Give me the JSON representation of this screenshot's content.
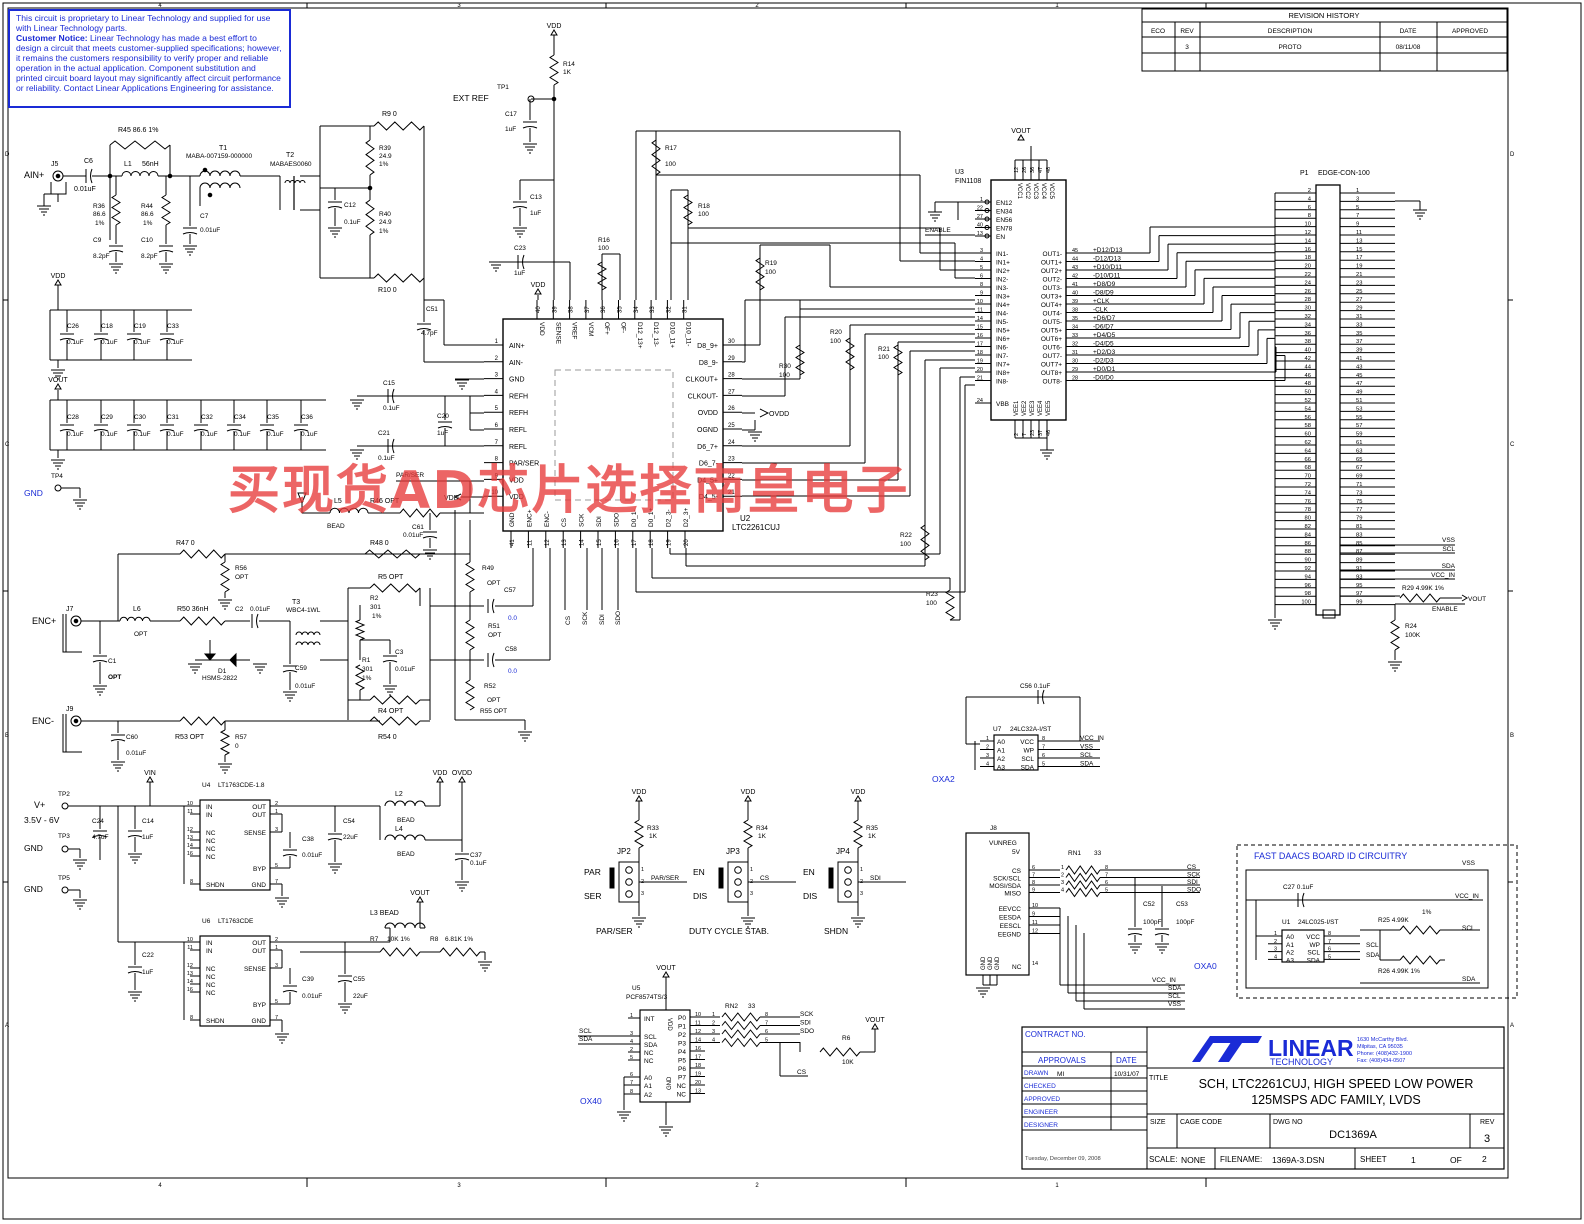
{
  "border": {
    "top_cols": [
      "4",
      "3",
      "2",
      "1"
    ],
    "rows": [
      "D",
      "C",
      "B",
      "A"
    ]
  },
  "notice": {
    "line1": "This circuit is proprietary to Linear Technology and supplied for use with Linear Technology parts.",
    "label": "Customer Notice:",
    "line2": " Linear Technology has made a best effort to design a circuit that meets customer-supplied specifications; however, it remains the customers responsibility to verify proper and reliable operation in the actual application. Component substitution and printed circuit board layout may significantly affect circuit performance or reliability. Contact Linear Applications Engineering for assistance."
  },
  "revision": {
    "title": "REVISION HISTORY",
    "headers": [
      "ECO",
      "REV",
      "DESCRIPTION",
      "DATE",
      "APPROVED"
    ],
    "row": [
      "",
      "3",
      "PROTO",
      "08/11/08",
      ""
    ]
  },
  "watermark": "买现货AD芯片选择南皇电子",
  "nets": {
    "vdd": "VDD",
    "vout": "VOUT",
    "vin": "VIN",
    "ovdd": "OVDD",
    "ext_ref": "EXT REF",
    "gnd": "GND",
    "enable": "ENABLE",
    "vcc_in": "VCC_IN",
    "vss": "VSS",
    "scl": "SCL",
    "sda": "SDA",
    "cs": "CS",
    "sck": "SCK",
    "sdi": "SDI",
    "sdo": "SDO"
  },
  "connectors": {
    "ain": "AIN+",
    "encp": "ENC+",
    "encm": "ENC-",
    "vplus": "V+",
    "vrange": "3.5V - 6V",
    "gnd1": "GND",
    "gnd2": "GND",
    "gnd_tp4": "GND"
  },
  "u2": {
    "ref": "U2",
    "part": "LTC2261CUJ",
    "left_pins": [
      {
        "num": "1",
        "name": "AIN+"
      },
      {
        "num": "2",
        "name": "AIN-"
      },
      {
        "num": "3",
        "name": "GND"
      },
      {
        "num": "4",
        "name": "REFH"
      },
      {
        "num": "5",
        "name": "REFH"
      },
      {
        "num": "6",
        "name": "REFL"
      },
      {
        "num": "7",
        "name": "REFL"
      },
      {
        "num": "8",
        "name": "PAR/SER"
      },
      {
        "num": "9",
        "name": "VDD"
      },
      {
        "num": "10",
        "name": "VDD"
      }
    ],
    "right_pins": [
      {
        "num": "30",
        "name": "D8_9+"
      },
      {
        "num": "29",
        "name": "D8_9-"
      },
      {
        "num": "28",
        "name": "CLKOUT+"
      },
      {
        "num": "27",
        "name": "CLKOUT-"
      },
      {
        "num": "26",
        "name": "OVDD"
      },
      {
        "num": "25",
        "name": "OGND"
      },
      {
        "num": "24",
        "name": "D6_7+"
      },
      {
        "num": "23",
        "name": "D6_7-"
      },
      {
        "num": "22",
        "name": "D4_5+"
      },
      {
        "num": "21",
        "name": "D4_5-"
      }
    ],
    "top_pins": [
      {
        "num": "40",
        "name": "VDD"
      },
      {
        "num": "39",
        "name": "SENSE"
      },
      {
        "num": "38",
        "name": "VREF"
      },
      {
        "num": "37",
        "name": "VCM"
      },
      {
        "num": "36",
        "name": "OF+"
      },
      {
        "num": "35",
        "name": "OF-"
      },
      {
        "num": "34",
        "name": "D12_13+"
      },
      {
        "num": "33",
        "name": "D12_13-"
      },
      {
        "num": "32",
        "name": "D10_11+"
      },
      {
        "num": "31",
        "name": "D10_11-"
      }
    ],
    "bottom_pins": [
      {
        "num": "41",
        "name": "GND"
      },
      {
        "num": "11",
        "name": "ENC+"
      },
      {
        "num": "12",
        "name": "ENC-"
      },
      {
        "num": "13",
        "name": "CS"
      },
      {
        "num": "14",
        "name": "SCK"
      },
      {
        "num": "15",
        "name": "SDI"
      },
      {
        "num": "16",
        "name": "SDO"
      },
      {
        "num": "17",
        "name": "D0_1-"
      },
      {
        "num": "18",
        "name": "D0_1+"
      },
      {
        "num": "19",
        "name": "D2_3-"
      },
      {
        "num": "20",
        "name": "D2_3+"
      }
    ]
  },
  "u3": {
    "ref": "U3",
    "part": "FIN1108",
    "en_pins": [
      {
        "num": "1",
        "name": "EN12"
      },
      {
        "num": "22",
        "name": "EN34"
      },
      {
        "num": "27",
        "name": "EN56"
      },
      {
        "num": "40",
        "name": "EN78"
      },
      {
        "num": "13",
        "name": "EN"
      }
    ],
    "in_pins": [
      {
        "num": "3",
        "name": "IN1-"
      },
      {
        "num": "4",
        "name": "IN1+"
      },
      {
        "num": "5",
        "name": "IN2+"
      },
      {
        "num": "6",
        "name": "IN2-"
      },
      {
        "num": "8",
        "name": "IN3-"
      },
      {
        "num": "9",
        "name": "IN3+"
      },
      {
        "num": "10",
        "name": "IN4+"
      },
      {
        "num": "11",
        "name": "IN4-"
      },
      {
        "num": "14",
        "name": "IN5-"
      },
      {
        "num": "15",
        "name": "IN5+"
      },
      {
        "num": "16",
        "name": "IN6+"
      },
      {
        "num": "17",
        "name": "IN6-"
      },
      {
        "num": "18",
        "name": "IN7-"
      },
      {
        "num": "19",
        "name": "IN7+"
      },
      {
        "num": "20",
        "name": "IN8+"
      },
      {
        "num": "21",
        "name": "IN8-"
      }
    ],
    "out_pins": [
      {
        "num": "45",
        "name": "OUT1-",
        "net": "+D12/D13"
      },
      {
        "num": "44",
        "name": "OUT1+",
        "net": "-D12/D13"
      },
      {
        "num": "43",
        "name": "OUT2+",
        "net": "+D10/D11"
      },
      {
        "num": "42",
        "name": "OUT2-",
        "net": "-D10/D11"
      },
      {
        "num": "41",
        "name": "OUT3-",
        "net": "+D8/D9"
      },
      {
        "num": "40",
        "name": "OUT3+",
        "net": "-D8/D9"
      },
      {
        "num": "39",
        "name": "OUT4+",
        "net": "+CLK"
      },
      {
        "num": "38",
        "name": "OUT4-",
        "net": "-CLK"
      },
      {
        "num": "35",
        "name": "OUT5-",
        "net": "+D6/D7"
      },
      {
        "num": "34",
        "name": "OUT5+",
        "net": "-D6/D7"
      },
      {
        "num": "33",
        "name": "OUT6+",
        "net": "+D4/D5"
      },
      {
        "num": "32",
        "name": "OUT6-",
        "net": "-D4/D5"
      },
      {
        "num": "31",
        "name": "OUT7-",
        "net": "+D2/D3"
      },
      {
        "num": "30",
        "name": "OUT7+",
        "net": "-D2/D3"
      },
      {
        "num": "29",
        "name": "OUT8+",
        "net": "+D0/D1"
      },
      {
        "num": "28",
        "name": "OUT8-",
        "net": "-D0/D0"
      }
    ],
    "top_pins": [
      {
        "num": "12",
        "name": "VCC1"
      },
      {
        "num": "26",
        "name": "VCC2"
      },
      {
        "num": "36",
        "name": "VCC3"
      },
      {
        "num": "47",
        "name": "VCC4"
      },
      {
        "num": "48",
        "name": "VCC5"
      }
    ],
    "bottom_pins": [
      {
        "num": "2",
        "name": "VEE1"
      },
      {
        "num": "7",
        "name": "VEE2"
      },
      {
        "num": "23",
        "name": "VEE3"
      },
      {
        "num": "37",
        "name": "VEE4"
      },
      {
        "num": "46",
        "name": "VEE5"
      }
    ],
    "vbb": {
      "num": "24",
      "name": "VBB"
    }
  },
  "p1": {
    "ref": "P1",
    "part": "EDGE-CON-100",
    "even": [
      "2",
      "4",
      "6",
      "8",
      "10",
      "12",
      "14",
      "16",
      "18",
      "20",
      "22",
      "24",
      "26",
      "28",
      "30",
      "32",
      "34",
      "36",
      "38",
      "40",
      "42",
      "44",
      "46",
      "48",
      "50",
      "52",
      "54",
      "56",
      "58",
      "60",
      "62",
      "64",
      "66",
      "68",
      "70",
      "72",
      "74",
      "76",
      "78",
      "80",
      "82",
      "84",
      "86",
      "88",
      "90",
      "92",
      "94",
      "96",
      "98",
      "100"
    ],
    "odd": [
      "1",
      "3",
      "5",
      "7",
      "9",
      "11",
      "13",
      "15",
      "17",
      "19",
      "21",
      "23",
      "25",
      "27",
      "29",
      "31",
      "33",
      "35",
      "37",
      "39",
      "41",
      "43",
      "45",
      "47",
      "49",
      "51",
      "53",
      "55",
      "57",
      "59",
      "61",
      "63",
      "65",
      "67",
      "69",
      "71",
      "73",
      "75",
      "77",
      "79",
      "81",
      "83",
      "85",
      "87",
      "89",
      "91",
      "93",
      "95",
      "97",
      "99"
    ],
    "right_nets": [
      {
        "label": "VSS"
      },
      {
        "label": "SCL"
      },
      {
        "label": "SDA"
      },
      {
        "label": "VCC_IN"
      },
      {
        "label": "VOUT"
      },
      {
        "label": "ENABLE"
      }
    ]
  },
  "components": {
    "r45": "R45 86.6 1%",
    "t1": "T1",
    "t1p": "MABA-007159-000000",
    "t2": "T2",
    "t2p": "MABAES0060",
    "l1": "L1",
    "l1v": "56nH",
    "j5": "J5",
    "c6": "C6",
    "c6v": "0.01uF",
    "r36": "R36",
    "r36v": "86.6",
    "r36t": "1%",
    "r44": "R44",
    "r44v": "86.6",
    "r44t": "1%",
    "c9": "C9",
    "c9v": "8.2pF",
    "c10": "C10",
    "c10v": "8.2pF",
    "c7": "C7",
    "c7v": "0.01uF",
    "r9": "R9  0",
    "r39": "R39",
    "r39v": "24.9",
    "r39t": "1%",
    "r40": "R40",
    "r40v": "24.9",
    "r40t": "1%",
    "c12": "C12",
    "c12v": "0.1uF",
    "r10": "R10 0",
    "c51": "C51",
    "c51v": "4.7pF",
    "r14": "R14",
    "r14v": "1K",
    "tp1": "TP1",
    "c17": "C17",
    "c17v": "1uF",
    "c13": "C13",
    "c13v": "1uF",
    "c23": "C23",
    "c23v": "1uF",
    "r17": "R17",
    "r17v": "100",
    "r18": "R18",
    "r18v": "100",
    "r16": "R16",
    "r16v": "100",
    "r19": "R19",
    "r19v": "100",
    "r20": "R20",
    "r20v": "100",
    "r21": "R21",
    "r21v": "100",
    "r30": "R30",
    "r30v": "100",
    "r22": "R22",
    "r22v": "100",
    "r23": "R23",
    "r23v": "100",
    "c15": "C15",
    "c15v": "0.1uF",
    "c20": "C20",
    "c20v": "1uF",
    "c21": "C21",
    "c21v": "0.1uF",
    "tp4": "TP4",
    "l5": "L5",
    "l5v": "BEAD",
    "r46": "R46 OPT",
    "c61": "C61",
    "c61v": "0.01uF",
    "parser": "PAR/SER",
    "c26": "C26",
    "c18": "C18",
    "c19": "C19",
    "c33": "C33",
    "c28": "C28",
    "c29": "C29",
    "c30": "C30",
    "c31": "C31",
    "c32": "C32",
    "c34": "C34",
    "c35": "C35",
    "c36": "C36",
    "v01": "0.1uF",
    "r47": "R47 0",
    "r48": "R48 0",
    "r56": "R56",
    "r56v": "OPT",
    "r5": "R5  OPT",
    "r49": "R49",
    "r49v": "OPT",
    "j7": "J7",
    "l6": "L6",
    "l6v": "OPT",
    "r50": "R50 36nH",
    "c2": "C2",
    "c2v": "0.01uF",
    "t3": "T3",
    "t3p": "WBC4-1WL",
    "r2": "R2",
    "r2v": "301",
    "r2t": "1%",
    "c57": "C57",
    "c57v": "0.0",
    "r51": "R51",
    "r51v": "OPT",
    "c58": "C58",
    "c58v": "0.0",
    "c1": "C1",
    "c1v": "OPT",
    "d1": "D1",
    "d1p": "HSMS-2822",
    "c59": "C59",
    "c59v": "0.01uF",
    "r1": "R1",
    "r1v": "301",
    "r1t": "1%",
    "c3": "C3",
    "c3v": "0.01uF",
    "r4": "R4  OPT",
    "r52": "R52",
    "r52v": "OPT",
    "r55": "R55 OPT",
    "j9": "J9",
    "c60": "C60",
    "c60v": "0.01uF",
    "r53": "R53 OPT",
    "r57": "R57",
    "r57v": "0",
    "r54": "R54 0",
    "cs_lbl": "CS",
    "sck_lbl": "SCK",
    "sdi_lbl": "SDI",
    "sdo_lbl": "SDO",
    "tp2": "TP2",
    "tp3": "TP3",
    "tp5": "TP5",
    "c24": "C24",
    "c24v": "4.7uF",
    "c14": "C14",
    "c14v": "1uF",
    "u4": "U4",
    "u4p": "LT1763CDE-1.8",
    "c38": "C38",
    "c38v": "0.01uF",
    "c54": "C54",
    "c54v": "22uF",
    "l2": "L2",
    "l2v": "BEAD",
    "l4": "L4",
    "l4v": "BEAD",
    "c37": "C37",
    "c37v": "0.1uF",
    "c22": "C22",
    "c22v": "1uF",
    "u6": "U6",
    "u6p": "LT1763CDE",
    "c39": "C39",
    "c39v": "0.01uF",
    "c55": "C55",
    "c55v": "22uF",
    "l3": "L3  BEAD",
    "r7": "R7",
    "r7v": "10K  1%",
    "r8": "R8",
    "r8v": "6.81K  1%",
    "ldo_in": "IN",
    "ldo_out": "OUT",
    "ldo_nc": "NC",
    "ldo_sense": "SENSE",
    "ldo_byp": "BYP",
    "ldo_shdn": "SHDN",
    "ldo_gnd": "GND",
    "r33": "R33",
    "r33v": "1K",
    "jp2": "JP2",
    "par": "PAR",
    "ser": "SER",
    "parser_cap": "PAR/SER",
    "r34": "R34",
    "r34v": "1K",
    "jp3": "JP3",
    "en": "EN",
    "dis": "DIS",
    "duty": "DUTY CYCLE STAB.",
    "r35": "R35",
    "r35v": "1K",
    "jp4": "JP4",
    "shdn": "SHDN",
    "u5": "U5",
    "u5p": "PCF8574TS/3",
    "rn2": "RN2",
    "rn2v": "33",
    "r6": "R6",
    "r6v": "10K",
    "ox40": "OX40",
    "c56": "C56 0.1uF",
    "u7": "U7",
    "u7p": "24LC32A-I/ST",
    "oxa2": "OXA2",
    "j8": "J8",
    "rn1": "RN1",
    "rn1v": "33",
    "c52": "C52",
    "c52v": "100pF",
    "c53": "C53",
    "c53v": "100pF",
    "oxa0": "OXA0",
    "fast_title": "FAST DAACS BOARD ID CIRCUITRY",
    "c27": "C27 0.1uF",
    "u1": "U1",
    "u1p": "24LC025-I/ST",
    "r25": "R25 4.99K",
    "r25t": "1%",
    "r26": "R26 4.99K  1%",
    "r29": "R29 4.99K  1%",
    "r24": "R24",
    "r24v": "100K"
  },
  "title_block": {
    "contract": "CONTRACT NO.",
    "approvals": "APPROVALS",
    "date": "DATE",
    "drawn": "DRAWN",
    "drawn_by": "MI",
    "drawn_date": "10/31/07",
    "checked": "CHECKED",
    "approved": "APPROVED",
    "engineer": "ENGINEER",
    "designer": "DESIGNER",
    "logo_text": "LINEAR",
    "logo_sub": "TECHNOLOGY",
    "addr1": "1630 McCarthy Blvd.",
    "addr2": "Milpitas, CA 95035",
    "addr3": "Phone: (408)432-1900",
    "addr4": "Fax: (408)434-0507",
    "title_label": "TITLE",
    "title1": "SCH, LTC2261CUJ, HIGH SPEED LOW POWER",
    "title2": "125MSPS ADC FAMILY, LVDS",
    "size": "SIZE",
    "cage": "CAGE CODE",
    "dwg": "DWG NO",
    "rev_label": "REV",
    "dwg_no": "DC1369A",
    "rev": "3",
    "scale_label": "SCALE:",
    "scale": "NONE",
    "filename_label": "FILENAME:",
    "filename": "1369A-3.DSN",
    "sheet_label": "SHEET",
    "sheet": "1",
    "of": "OF",
    "total": "2",
    "printed": "Tuesday, December 09, 2008"
  }
}
